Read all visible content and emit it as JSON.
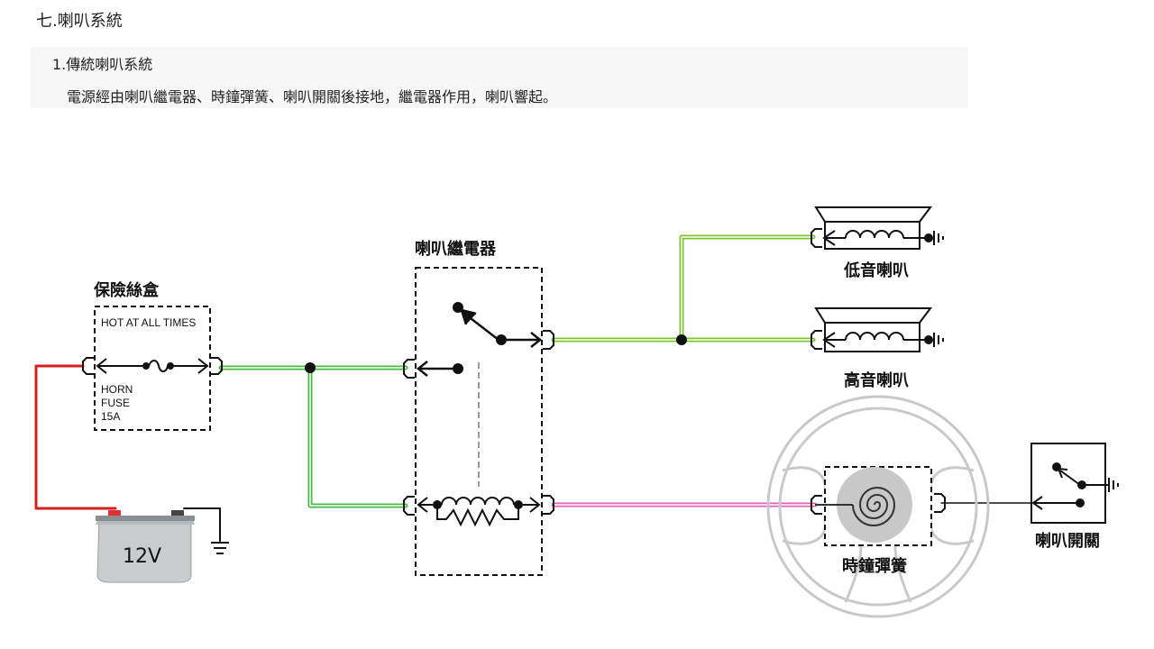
{
  "heading": {
    "section": "七.喇叭系統",
    "subsection": "1.傳統喇叭系統",
    "description": "電源經由喇叭繼電器、時鐘彈簧、喇叭開關後接地，繼電器作用，喇叭響起。"
  },
  "diagram": {
    "fuse_box": {
      "title": "保險絲盒",
      "hot_label": "HOT AT ALL TIMES",
      "fuse_line1": "HORN",
      "fuse_line2": "FUSE",
      "fuse_line3": "15A"
    },
    "relay": {
      "title": "喇叭繼電器"
    },
    "low_horn": {
      "label": "低音喇叭"
    },
    "high_horn": {
      "label": "高音喇叭"
    },
    "clock_spring": {
      "label": "時鐘彈簧"
    },
    "horn_switch": {
      "label": "喇叭開關"
    },
    "battery": {
      "label": "12V"
    }
  },
  "colors": {
    "power_wire": "#d42020",
    "relay_wire": "#4cb848",
    "horn_wire": "#7cc62c",
    "switch_wire": "#e060b8",
    "ground_wire": "#111111",
    "steering_ring": "#c9c9c9",
    "battery_body": "#c8ccce"
  }
}
